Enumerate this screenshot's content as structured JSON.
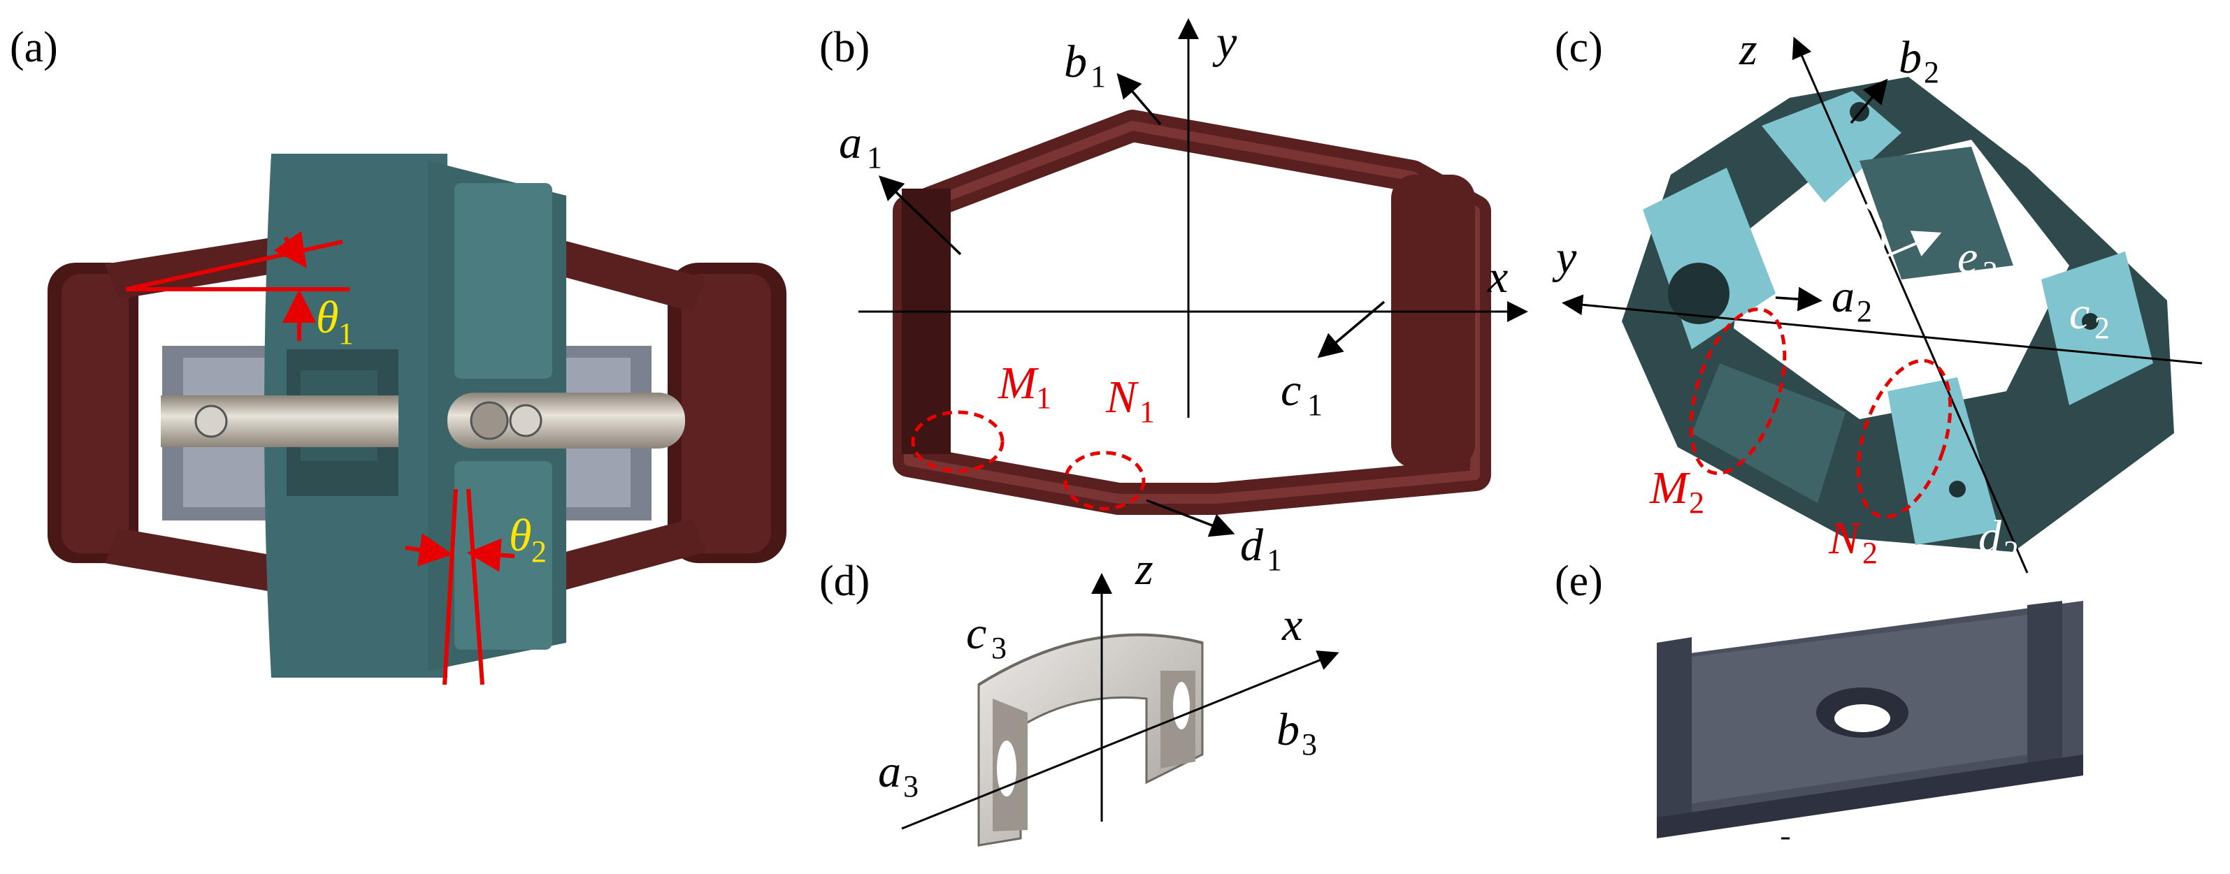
{
  "panels": {
    "a": {
      "label": "(a)",
      "theta1": "θ",
      "theta1_sub": "1",
      "theta2": "θ",
      "theta2_sub": "2"
    },
    "b": {
      "label": "(b)",
      "x": "x",
      "y": "y",
      "a1": "a",
      "a1_sub": "1",
      "b1": "b",
      "b1_sub": "1",
      "c1": "c",
      "c1_sub": "1",
      "d1": "d",
      "d1_sub": "1",
      "M1": "M",
      "M1_sub": "1",
      "N1": "N",
      "N1_sub": "1"
    },
    "c": {
      "label": "(c)",
      "y": "y",
      "z": "z",
      "a2": "a",
      "a2_sub": "2",
      "b2": "b",
      "b2_sub": "2",
      "c2": "c",
      "c2_sub": "2",
      "d2": "d",
      "d2_sub": "2",
      "e2": "e",
      "e2_sub": "2",
      "M2": "M",
      "M2_sub": "2",
      "N2": "N",
      "N2_sub": "2"
    },
    "d": {
      "label": "(d)",
      "z": "z",
      "x": "x",
      "a3": "a",
      "a3_sub": "3",
      "b3": "b",
      "b3_sub": "3",
      "c3": "c",
      "c3_sub": "3"
    },
    "e": {
      "label": "(e)"
    }
  },
  "colors": {
    "frame_maroon": "#5a1f1f",
    "teal_body": "#3e6b6f",
    "teal_light": "#7fc4cf",
    "dark_teal": "#2f4a4c",
    "slate": "#4a4f5e",
    "highlight_red": "#e60000",
    "angle_yellow": "#ffe600"
  }
}
